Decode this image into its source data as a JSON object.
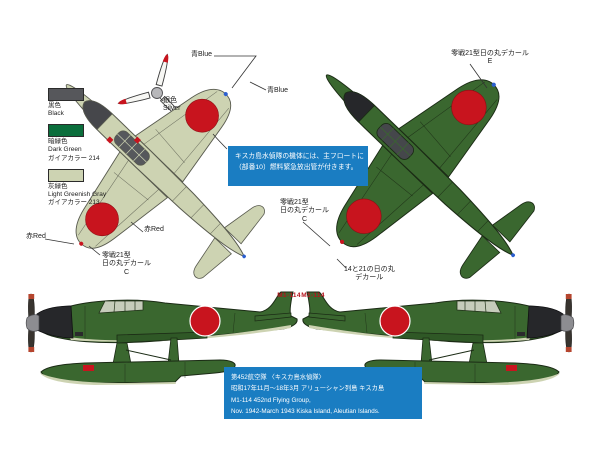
{
  "colors": {
    "info_box_bg": "#1a7dc2",
    "hinomaru_red": "#c8141e",
    "dark_green": "#3a672f",
    "light_greenish_gray": "#cdd3b2",
    "black_gray": "#56575b",
    "legend_green": "#0b6e3c",
    "tail_code_red": "#b5131c"
  },
  "legend": {
    "items": [
      {
        "jp": "黒色",
        "en": "Black",
        "paint": "",
        "swatch": "#56575b"
      },
      {
        "jp": "暗緑色",
        "en": "Dark Green",
        "paint": "ガイアカラー 214",
        "swatch": "#0b6e3c"
      },
      {
        "jp": "灰緑色",
        "en": "Light Greenish Gray",
        "paint": "ガイアカラー 213",
        "swatch": "#cdd3b2"
      }
    ]
  },
  "callouts": {
    "silver_jp": "銀色",
    "silver_en": "Silver",
    "blue_top": "青Blue",
    "blue_wingtip": "青Blue",
    "red_left": "赤Red",
    "red_right": "赤Red",
    "decal_c_left": {
      "line1": "零戦21型",
      "line2": "日の丸デカール",
      "line3": "C"
    },
    "decal_e": {
      "line1": "零戦21型日の丸デカール",
      "line2": "E"
    },
    "decal_c_right": {
      "line1": "零戦21型",
      "line2": "日の丸デカール",
      "line3": "C"
    },
    "decal_fuselage": {
      "line1": "14と21の日の丸",
      "line2": "デカール"
    }
  },
  "note_box": {
    "lines": [
      "キスカ島水偵隊の機体には、主フロートに",
      "（部番10）燃料緊急放出管が付きます。"
    ]
  },
  "caption_box": {
    "lines": [
      "第452航空隊 〈キスカ島水偵隊〉",
      "昭和17年11月～18年3月 アリューシャン列島 キスカ島",
      "M1-114 452nd Flying Group,",
      "Nov. 1942-March 1943 Kiska Island, Aleutian Islands."
    ]
  },
  "markings": {
    "tail_code": "M1-114"
  }
}
